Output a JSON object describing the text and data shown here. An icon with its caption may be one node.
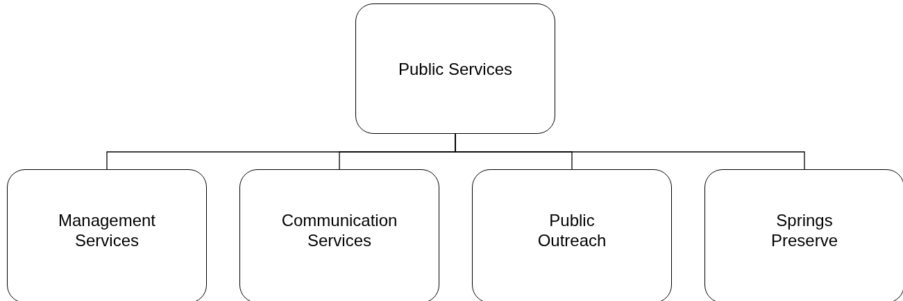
{
  "diagram": {
    "nodes": [
      {
        "text": [
          "Public Services"
        ]
      },
      {
        "text": [
          "Management Services"
        ]
      },
      {
        "text": [
          "Communication Services"
        ]
      },
      {
        "text": [
          "Public Outreach"
        ]
      },
      {
        "text": [
          "Springs Preserve"
        ]
      }
    ],
    "edges": [
      {
        "from": 0,
        "to": 1,
        "arrow": "none"
      },
      {
        "from": 0,
        "to": 2,
        "arrow": "none"
      },
      {
        "from": 0,
        "to": 3,
        "arrow": "none"
      },
      {
        "from": 0,
        "to": 4,
        "arrow": "none"
      }
    ]
  }
}
